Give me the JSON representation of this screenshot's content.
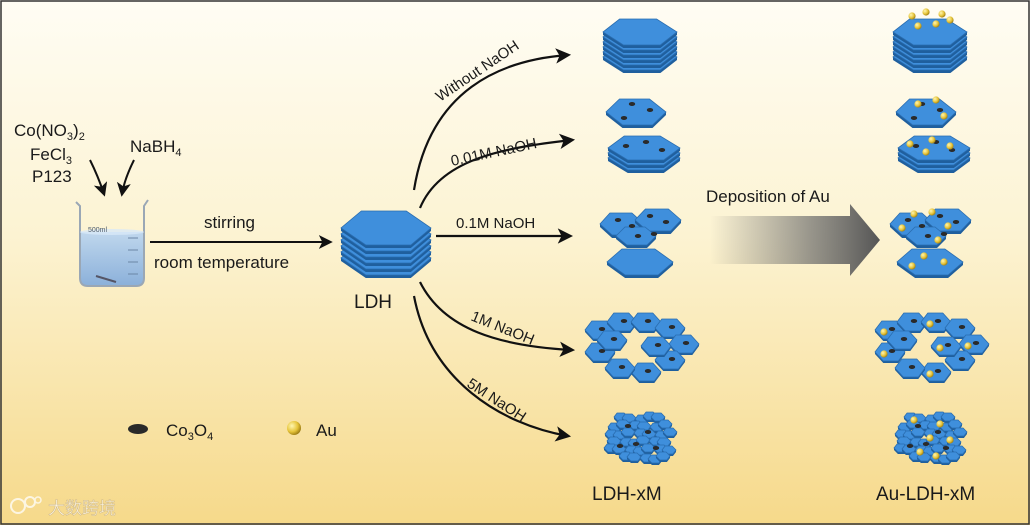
{
  "reagents": {
    "metal1": "Co(NO",
    "metal1_sub": "3",
    "metal1_close": ")",
    "metal1_close_sub": "2",
    "metal2": "FeCl",
    "metal2_sub": "3",
    "surfactant": "P123",
    "reductant": "NaBH",
    "reductant_sub": "4"
  },
  "beaker": {
    "volume_label": "500ml"
  },
  "step1": {
    "top_label": "stirring",
    "bottom_label": "room temperature"
  },
  "intermediate": {
    "label": "LDH"
  },
  "branches": [
    {
      "label": "Without NaOH"
    },
    {
      "label": "0.01M NaOH"
    },
    {
      "label": "0.1M NaOH"
    },
    {
      "label": "1M NaOH"
    },
    {
      "label": "5M NaOH"
    }
  ],
  "deposition": {
    "label": "Deposition of Au"
  },
  "columns": {
    "left": "LDH-xM",
    "right": "Au-LDH-xM"
  },
  "legend": {
    "co_label": "Co",
    "co_sub1": "3",
    "co_mid": "O",
    "co_sub2": "4",
    "au_label": "Au"
  },
  "watermark": {
    "text": "大数跨境"
  },
  "colors": {
    "background_top": "#fdfbf0",
    "background_bottom": "#f5d98c",
    "layer_fill": "#3f8fdc",
    "layer_edge": "#1f5f9e",
    "co_dot": "#2a2a2a",
    "au_dot": "#e6c43a"
  }
}
